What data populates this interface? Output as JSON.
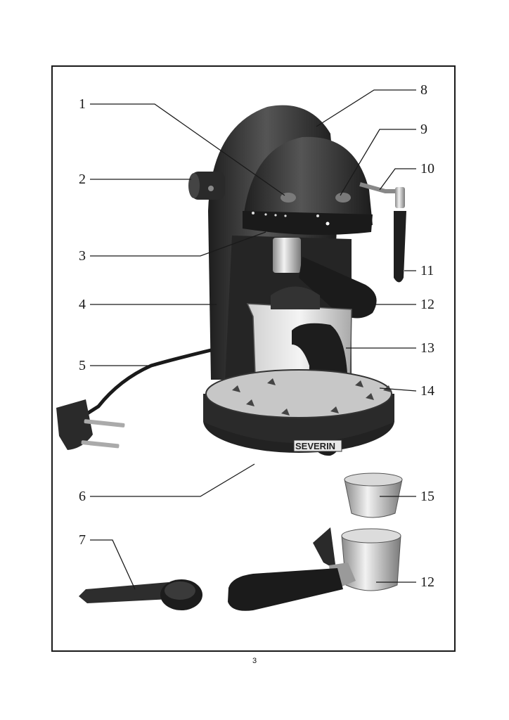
{
  "callouts": {
    "c1": "1",
    "c2": "2",
    "c3": "3",
    "c4": "4",
    "c5": "5",
    "c6": "6",
    "c7": "7",
    "c8": "8",
    "c9": "9",
    "c10": "10",
    "c11": "11",
    "c12": "12",
    "c13": "13",
    "c14": "14",
    "c15": "15",
    "c12b": "12"
  },
  "brand_plate": "SEVERIN",
  "page_number": "3",
  "colors": {
    "line": "#1a1a1a",
    "body": "#2e2e2e",
    "metal": "#bdbdbd"
  }
}
